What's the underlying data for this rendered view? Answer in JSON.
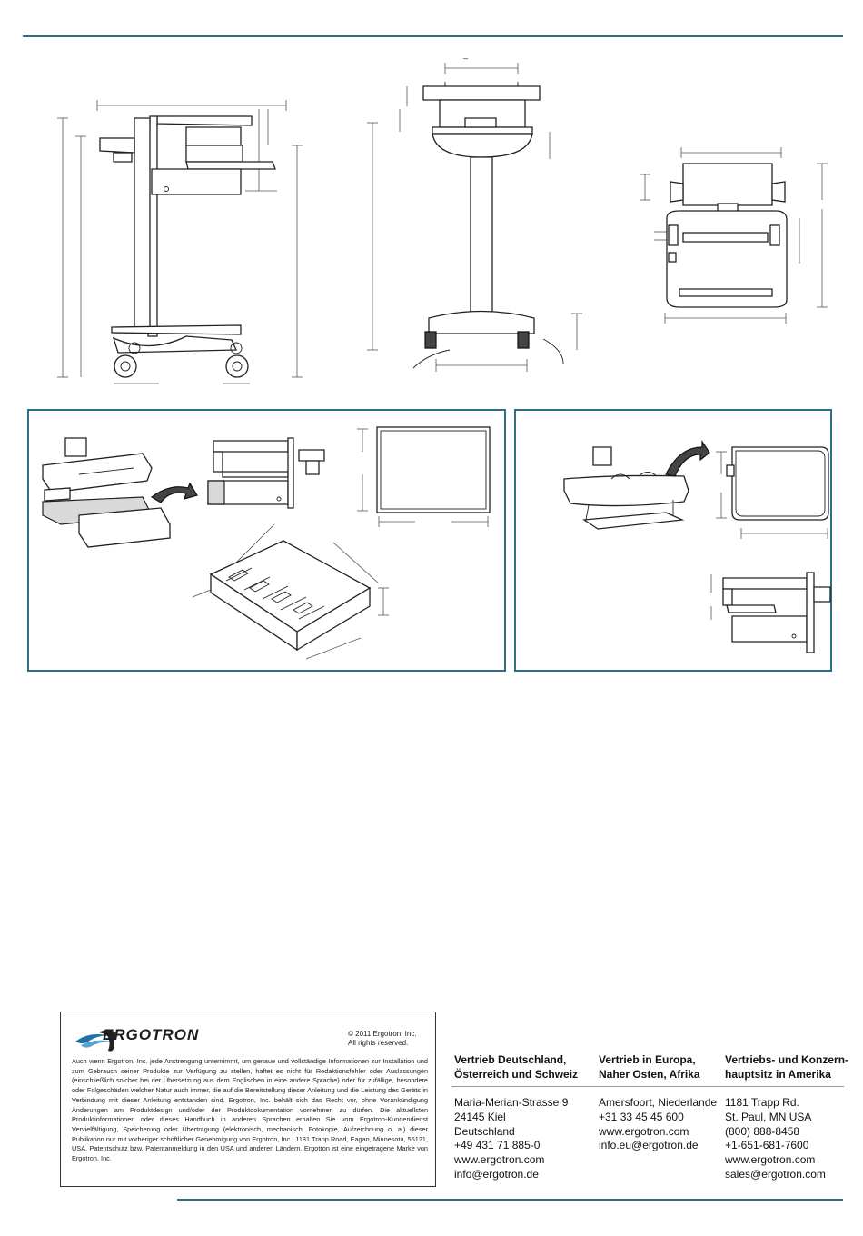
{
  "legal": {
    "logo_text": "ERGOTRON",
    "copyright": [
      "© 2011 Ergotron, Inc.",
      "All rights reserved."
    ],
    "text": "Auch wenn Ergotron, Inc. jede Anstrengung unternimmt, um genaue und vollständige Informationen zur Installation und zum Gebrauch seiner Produkte zur Verfügung zu stellen, haftet es nicht für Redaktionsfehler oder Auslassungen (einschließlich solcher bei der Übersetzung aus dem Englischen in eine andere Sprache) oder für zufällige, besondere oder Folgeschäden welcher Natur auch immer, die auf die Bereitstellung dieser Anleitung und die Leistung des Geräts in Verbindung mit dieser Anleitung entstanden sind. Ergotron, Inc. behält sich das Recht vor, ohne Vorankündigung Änderungen am Produktdesign und/oder der Produktdokumentation vornehmen zu dürfen. Die aktuellsten Produktinformationen oder dieses Handbuch in anderen Sprachen erhalten Sie vom Ergotron-Kundendienst Vervielfältigung, Speicherung oder Übertragung (elektronisch, mechanisch, Fotokopie, Aufzeichnung o. a.) dieser Publikation nur mit vorheriger schriftlicher Genehmigung von Ergotron, Inc., 1181 Trapp Road, Eagan, Minnesota, 55121, USA. Patentschutz bzw. Patentanmeldung in den USA und anderen Ländern. Ergotron ist eine eingetragene Marke von Ergotron, Inc."
  },
  "contacts": [
    {
      "heading": [
        "Vertrieb Deutschland,",
        "Österreich und Schweiz"
      ],
      "lines": [
        "Maria-Merian-Strasse 9",
        "24145 Kiel",
        "Deutschland",
        "+49 431 71 885-0",
        "www.ergotron.com",
        "info@ergotron.de"
      ]
    },
    {
      "heading": [
        "Vertrieb in Europa,",
        "Naher Osten, Afrika"
      ],
      "lines": [
        "Amersfoort, Niederlande",
        "+31 33 45 45 600",
        "www.ergotron.com",
        "info.eu@ergotron.de"
      ]
    },
    {
      "heading": [
        "Vertriebs- und Konzern-",
        "hauptsitz in Amerika"
      ],
      "lines": [
        "1181 Trapp Rd.",
        "St. Paul, MN USA",
        "(800) 888-8458",
        "+1-651-681-7600",
        "www.ergotron.com",
        "sales@ergotron.com"
      ]
    }
  ],
  "colors": {
    "rule": "#2d6e88",
    "panel_border": "#2d6e88"
  }
}
